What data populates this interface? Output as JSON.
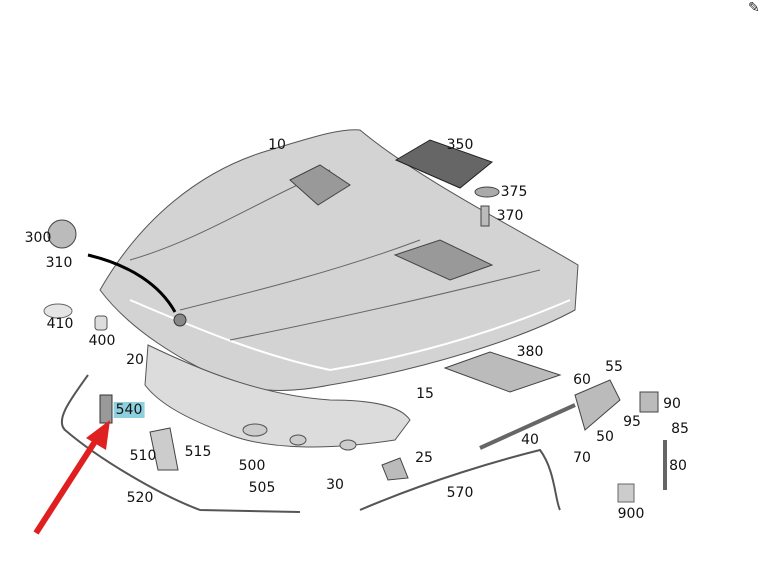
{
  "toolbar": {
    "edit_icon": "edit-icon"
  },
  "diagram": {
    "parts": {
      "p10": "10",
      "p350": "350",
      "p375": "375",
      "p370": "370",
      "p300": "300",
      "p310": "310",
      "p410": "410",
      "p400": "400",
      "p20": "20",
      "p380": "380",
      "p55": "55",
      "p60": "60",
      "p15": "15",
      "p90": "90",
      "p540": "540",
      "p95": "95",
      "p85": "85",
      "p50": "50",
      "p40": "40",
      "p515": "515",
      "p510": "510",
      "p25": "25",
      "p70": "70",
      "p500": "500",
      "p80": "80",
      "p505": "505",
      "p30": "30",
      "p570": "570",
      "p520": "520",
      "p900": "900"
    },
    "highlighted_part": "540",
    "highlight_color": "#8fd0e0",
    "arrow_color": "#e02020"
  }
}
